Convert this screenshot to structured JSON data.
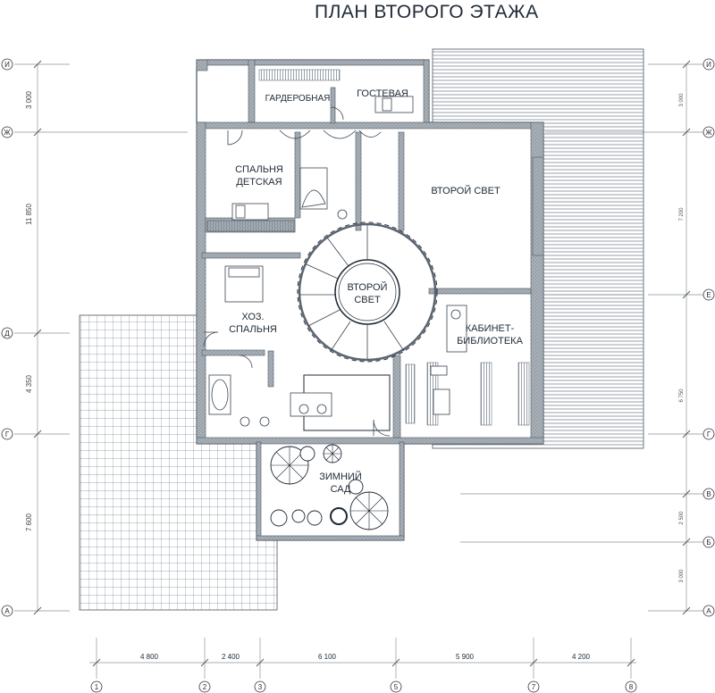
{
  "title": "ПЛАН ВТОРОГО ЭТАЖА",
  "rooms": {
    "wardrobe": "ГАРДЕРОБНАЯ",
    "guest": "ГОСТЕВАЯ",
    "kids_l1": "СПАЛЬНЯ",
    "kids_l2": "ДЕТСКАЯ",
    "second_light": "ВТОРОЙ СВЕТ",
    "rotunda_l1": "ВТОРОЙ",
    "rotunda_l2": "СВЕТ",
    "master_l1": "ХОЗ.",
    "master_l2": "СПАЛЬНЯ",
    "study_l1": "КАБИНЕТ-",
    "study_l2": "БИБЛИОТЕКА",
    "garden_l1": "ЗИМНИЙ",
    "garden_l2": "САД"
  },
  "axes_rows": [
    "И",
    "Ж",
    "Е",
    "Д",
    "Г",
    "В",
    "Б",
    "А"
  ],
  "axes_cols": [
    "1",
    "2",
    "3",
    "5",
    "7",
    "8"
  ],
  "dims_left": [
    "3 000",
    "11 850",
    "4 350",
    "7 600"
  ],
  "dims_right": [
    "3 000",
    "7 200",
    "6 750",
    "2 500",
    "3 000"
  ],
  "dims_bottom": [
    "4 800",
    "2 400",
    "6 100",
    "5 900",
    "4 200"
  ],
  "colors": {
    "line": "#1f2a36",
    "wall": "#7e8790",
    "hatch": "#8a939b",
    "fill": "#ffffff"
  }
}
